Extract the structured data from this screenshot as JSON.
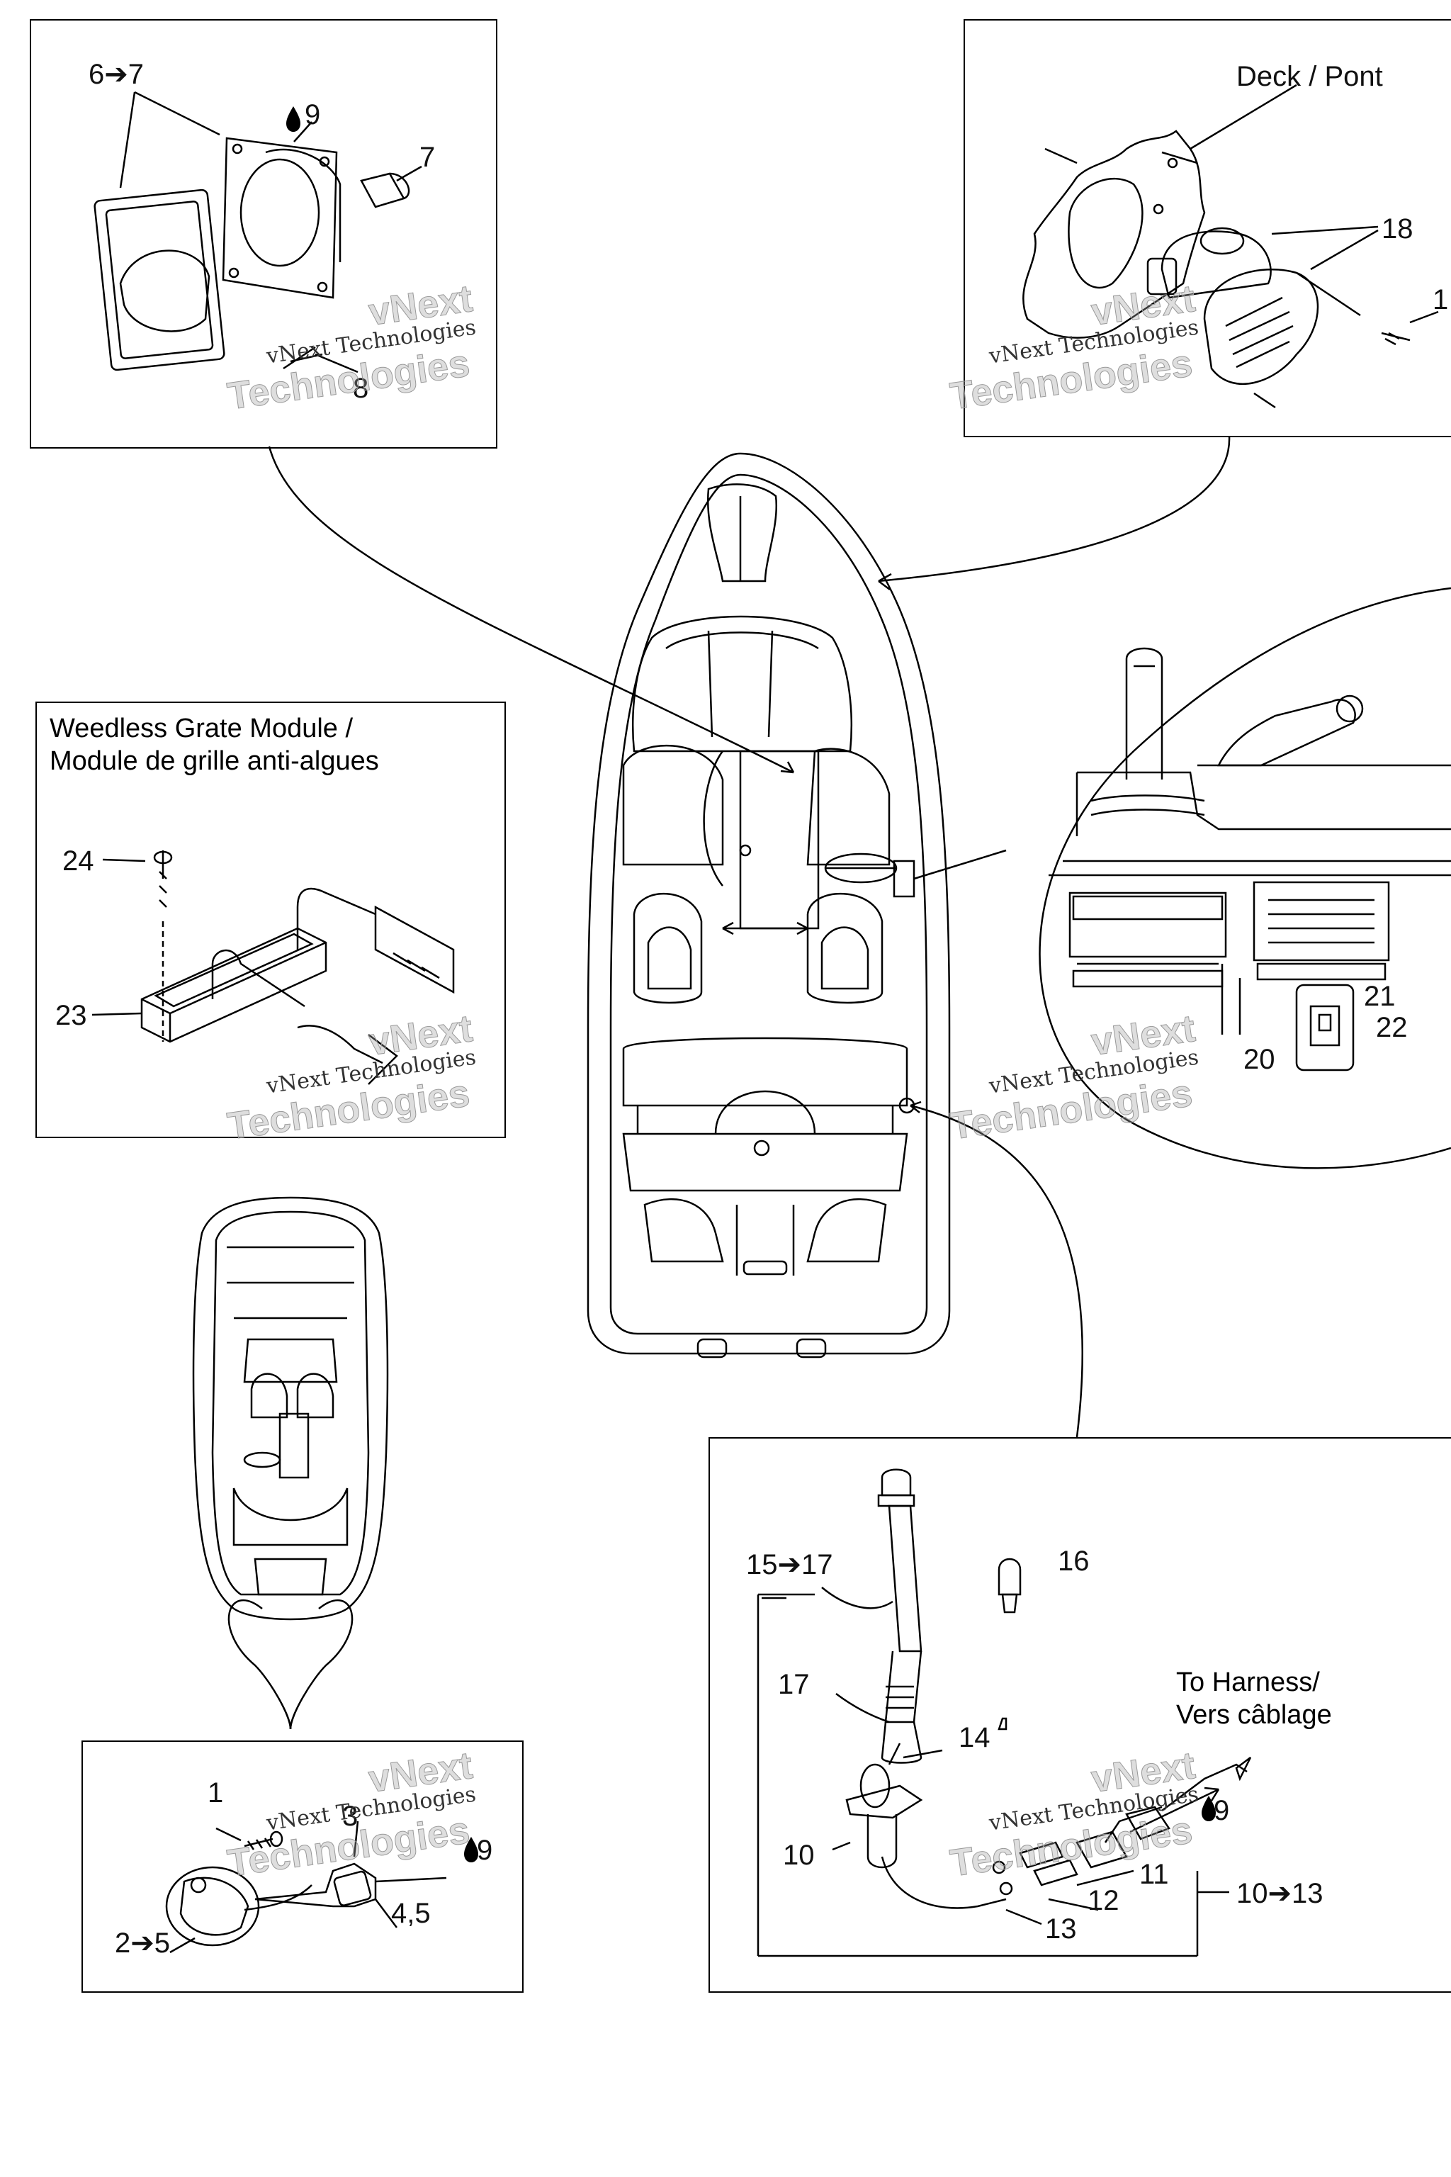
{
  "panels": {
    "weedless_title_line1": "Weedless Grate Module /",
    "weedless_title_line2": "Module de grille anti-algues",
    "deck_label": "Deck / Pont",
    "harness_line1": "To Harness/",
    "harness_line2": "Vers câblage"
  },
  "callouts": {
    "p6to7": "6➔7",
    "p9a": "9",
    "p7": "7",
    "p8": "8",
    "p18": "18",
    "p1a": "1",
    "p24": "24",
    "p23": "23",
    "p21": "21",
    "p22": "22",
    "p20": "20",
    "p1b": "1",
    "p3": "3",
    "p9b": "9",
    "p4_5": "4,5",
    "p2to5": "2➔5",
    "p15to17": "15➔17",
    "p16": "16",
    "p17": "17",
    "p14": "14",
    "p10": "10",
    "p9c": "9",
    "p11": "11",
    "p12": "12",
    "p13": "13",
    "p10to13": "10➔13"
  },
  "watermark": {
    "line1": "vNext",
    "line2": "vNext Technologies",
    "line3": "Technologies"
  },
  "icons": {
    "oil_drop": "oil-drop-icon",
    "arrow": "right-arrow-icon"
  }
}
